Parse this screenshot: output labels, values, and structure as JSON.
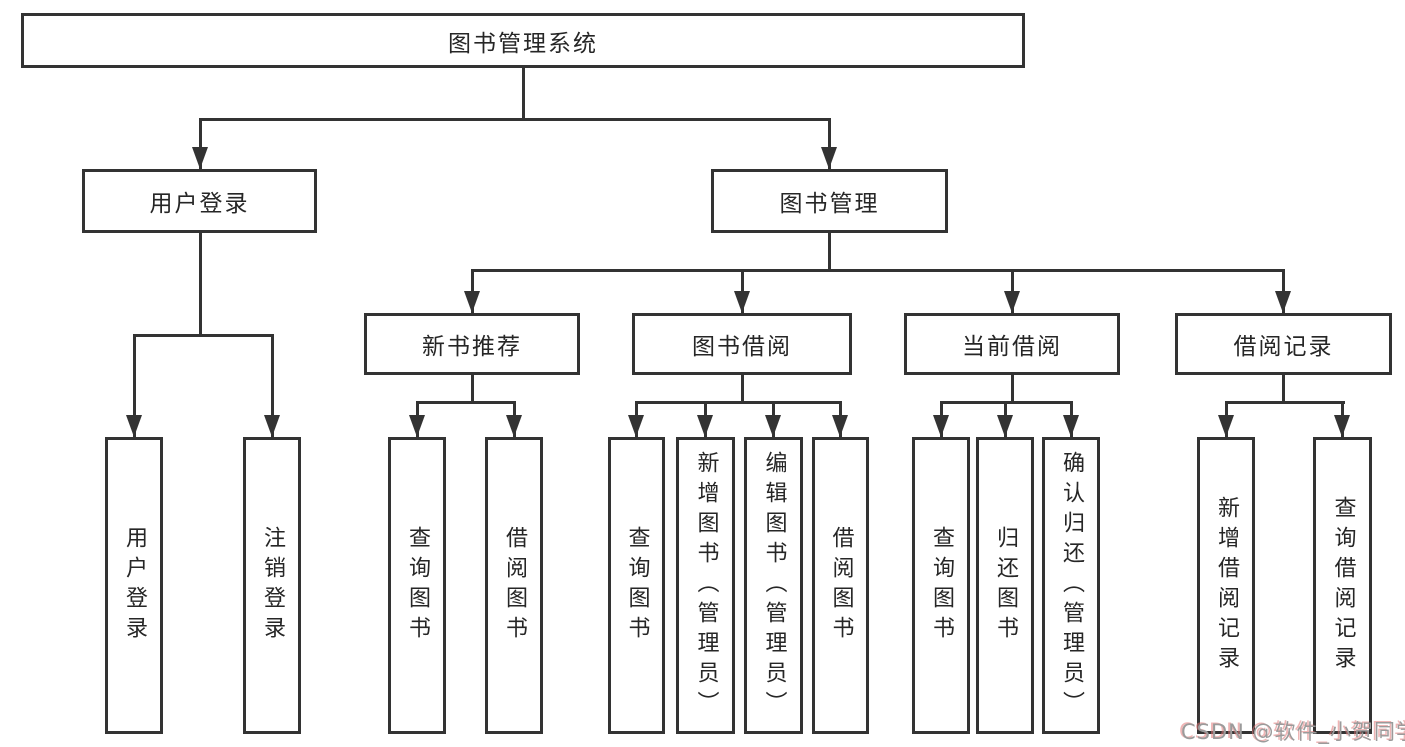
{
  "diagram": {
    "title": {
      "label": "图书管理系统"
    },
    "level2": [
      {
        "label": "用户登录"
      },
      {
        "label": "图书管理"
      }
    ],
    "level3": [
      {
        "label": "新书推荐"
      },
      {
        "label": "图书借阅"
      },
      {
        "label": "当前借阅"
      },
      {
        "label": "借阅记录"
      }
    ],
    "leaves": {
      "login": [
        {
          "label": "用户登录"
        },
        {
          "label": "注销登录"
        }
      ],
      "recommend": [
        {
          "label": "查询图书"
        },
        {
          "label": "借阅图书"
        }
      ],
      "borrow": [
        {
          "label": "查询图书"
        },
        {
          "label": "新增图书（管理员）"
        },
        {
          "label": "编辑图书（管理员）"
        },
        {
          "label": "借阅图书"
        }
      ],
      "current": [
        {
          "label": "查询图书"
        },
        {
          "label": "归还图书"
        },
        {
          "label": "确认归还（管理员）"
        }
      ],
      "records": [
        {
          "label": "新增借阅记录"
        },
        {
          "label": "查询借阅记录"
        }
      ]
    },
    "colors": {
      "line": "#333333",
      "text": "#262626",
      "background": "#ffffff",
      "watermark": "#9b9b9b"
    },
    "watermark": {
      "label": "CSDN @软件_小贺同学"
    }
  }
}
